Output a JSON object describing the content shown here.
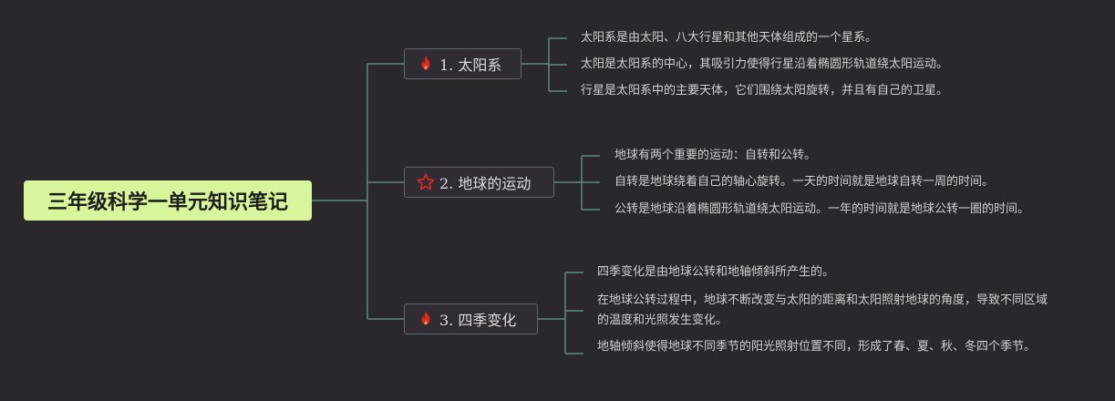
{
  "root": {
    "title": "三年级科学一单元知识笔记"
  },
  "topics": [
    {
      "label": "1. 太阳系",
      "icon": "fire-icon",
      "items": [
        "太阳系是由太阳、八大行星和其他天体组成的一个星系。",
        "太阳是太阳系的中心，其吸引力使得行星沿着椭圆形轨道绕太阳运动。",
        "行星是太阳系中的主要天体，它们围绕太阳旋转，并且有自己的卫星。"
      ]
    },
    {
      "label": "2. 地球的运动",
      "icon": "star-icon",
      "items": [
        "地球有两个重要的运动：自转和公转。",
        "自转是地球绕着自己的轴心旋转。一天的时间就是地球自转一周的时间。",
        "公转是地球沿着椭圆形轨道绕太阳运动。一年的时间就是地球公转一圈的时间。"
      ]
    },
    {
      "label": "3. 四季变化",
      "icon": "fire-icon",
      "items": [
        "四季变化是由地球公转和地轴倾斜所产生的。",
        "在地球公转过程中，地球不断改变与太阳的距离和太阳照射地球的角度，导致不同区域的温度和光照发生变化。",
        "地轴倾斜使得地球不同季节的阳光照射位置不同，形成了春、夏、秋、冬四个季节。"
      ]
    }
  ],
  "colors": {
    "background": "#2a272d",
    "root": "#d7f59a",
    "line": "#5e8c82",
    "icon": "#e0291b"
  }
}
